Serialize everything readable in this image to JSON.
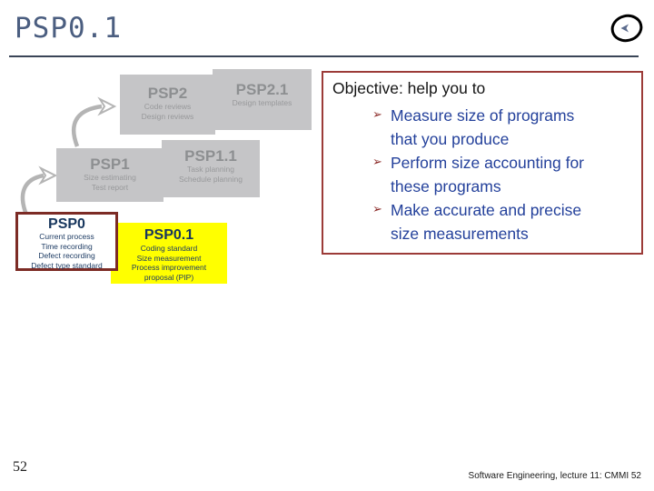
{
  "slide": {
    "title": "PSP0.1",
    "page_number": "52",
    "footer": "Software Engineering, lecture 11: CMMI 52"
  },
  "icons": {
    "logo": "circle-arrow-logo",
    "bullet": "right-arrowhead"
  },
  "diagram": {
    "boxes": [
      {
        "id": "psp2",
        "title": "PSP2",
        "lines": "Code reviews\nDesign reviews"
      },
      {
        "id": "psp2_1",
        "title": "PSP2.1",
        "lines": "Design templates"
      },
      {
        "id": "psp1",
        "title": "PSP1",
        "lines": "Size estimating\nTest report"
      },
      {
        "id": "psp1_1",
        "title": "PSP1.1",
        "lines": "Task planning\nSchedule planning"
      },
      {
        "id": "psp0",
        "title": "PSP0",
        "lines": "Current process\nTime recording\nDefect recording\nDefect type standard"
      },
      {
        "id": "psp0_1",
        "title": "PSP0.1",
        "lines": "Coding standard\nSize measurement\nProcess improvement\nproposal (PIP)"
      }
    ]
  },
  "objective": {
    "heading": "Objective: help you to",
    "bullet_char": "➢",
    "bullets": [
      "Measure size of programs\nthat you produce",
      "Perform size accounting for\nthese programs",
      "Make accurate and precise\nsize measurements"
    ]
  },
  "colors": {
    "title_blue": "#4b5e80",
    "box_gray_fill": "#c5c5c7",
    "box_gray_text": "#8d8f91",
    "navy_text": "#17365d",
    "maroon_border": "#7c2b25",
    "callout_border": "#9c3b38",
    "bullet_maroon": "#8c2b28",
    "bullet_blue": "#24419b",
    "highlight_yellow": "#ffff00",
    "arrow_gray": "#b4b4b4"
  }
}
